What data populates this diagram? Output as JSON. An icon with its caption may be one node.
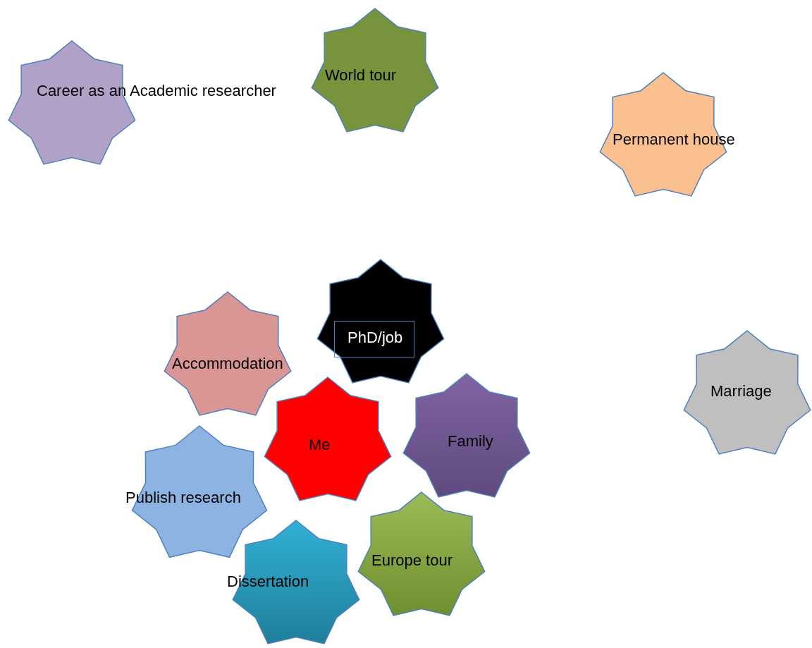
{
  "diagram": {
    "nodes": [
      {
        "text": [
          "Career as an Academic researcher"
        ]
      },
      {
        "text": [
          "World tour"
        ]
      },
      {
        "text": [
          "Permanent house"
        ]
      },
      {
        "text": [
          "PhD/job"
        ]
      },
      {
        "text": [
          "Accommodation"
        ]
      },
      {
        "text": [
          "Marriage"
        ]
      },
      {
        "text": [
          "Me"
        ]
      },
      {
        "text": [
          "Family"
        ]
      },
      {
        "text": [
          "Publish research"
        ]
      },
      {
        "text": [
          "Europe tour"
        ]
      },
      {
        "text": [
          "Dissertation"
        ]
      }
    ]
  }
}
